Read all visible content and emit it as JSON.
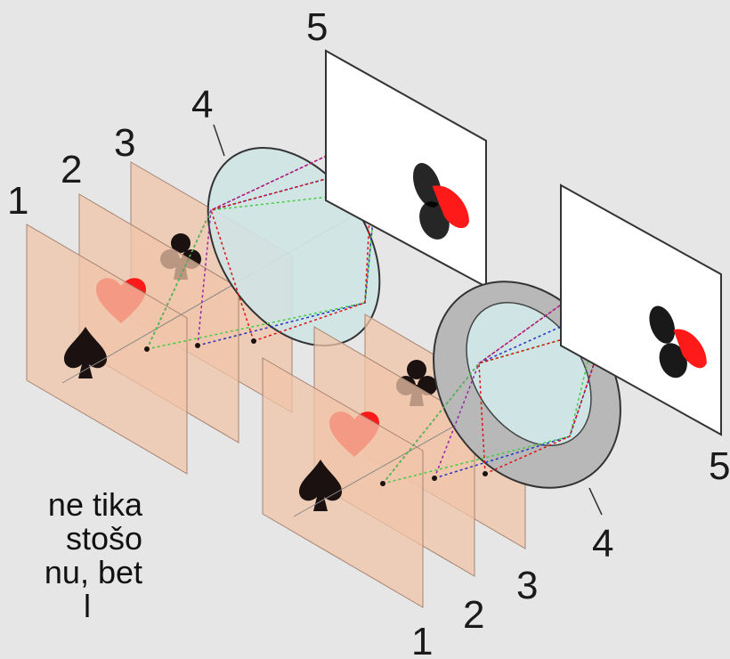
{
  "labels": {
    "plane_1": "1",
    "plane_2": "2",
    "plane_3": "3",
    "lens": "4",
    "screen": "5"
  },
  "caption_lines": [
    "ne tika",
    "stošo",
    "nu, bet",
    "l"
  ],
  "colors": {
    "plane_fill": "#f0c4a8",
    "plane_edge": "#a58472",
    "lens_fill": "#cfe4e4",
    "ring_fill": "#b8b8b8",
    "heart": "#ff1a1a",
    "dark_suit": "#1a1110",
    "ray_red": "#d11",
    "ray_blue": "#2233bb",
    "ray_green": "#44cc44",
    "ray_purple": "#9922aa"
  },
  "icons": [
    "spade-icon",
    "heart-icon",
    "club-icon"
  ]
}
